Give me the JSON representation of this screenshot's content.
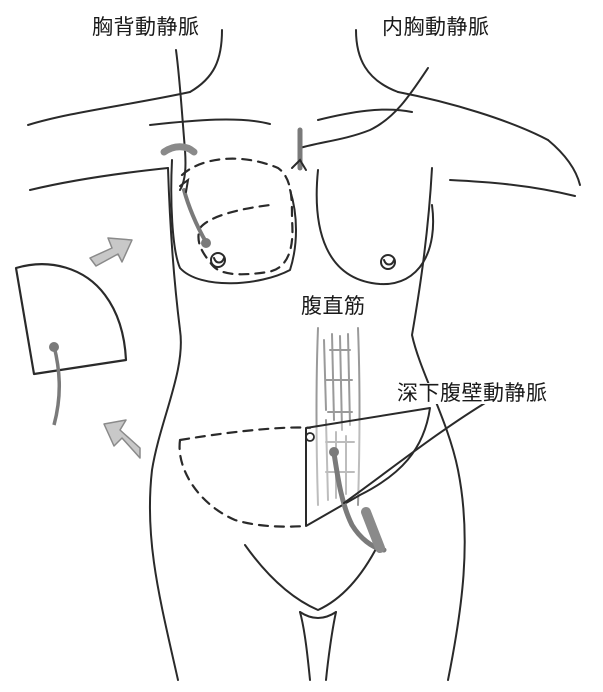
{
  "labels": {
    "thoracodorsal_vessels": "胸背動静脈",
    "internal_mammary_vessels": "内胸動静脈",
    "rectus_abdominis": "腹直筋",
    "deep_inferior_epigastric_vessels": "深下腹壁動静脈"
  },
  "colors": {
    "line": "#2a2a2a",
    "vessel_shade": "#7a7a7a",
    "arrow_fill": "#c8c8c8",
    "muscle_stroke": "#9a9a9a",
    "background": "#ffffff"
  }
}
